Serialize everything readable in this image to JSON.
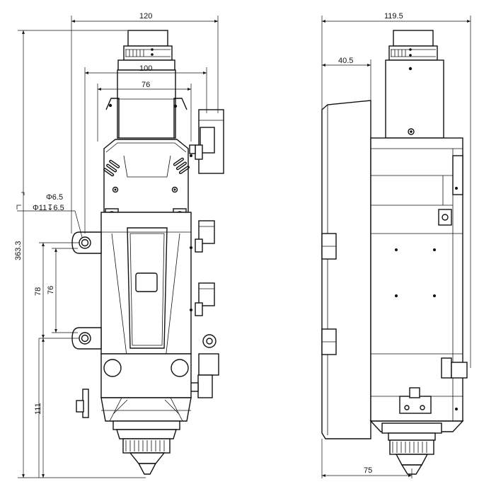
{
  "drawing": {
    "front_view": {
      "dim_overall_width": "120",
      "dim_body_width": "100",
      "dim_inner_width": "76",
      "dim_overall_height": "363.3",
      "dim_hole_spacing_outer": "78",
      "dim_hole_spacing_inner": "76",
      "dim_lower_height": "111",
      "hole_diameter": "Φ6.5",
      "counterbore": "Φ11",
      "counterbore_depth_symbol": "↧",
      "counterbore_depth": "6.5"
    },
    "side_view": {
      "dim_overall_depth": "119.5",
      "dim_top_offset": "40.5",
      "dim_nozzle_offset": "75"
    }
  }
}
